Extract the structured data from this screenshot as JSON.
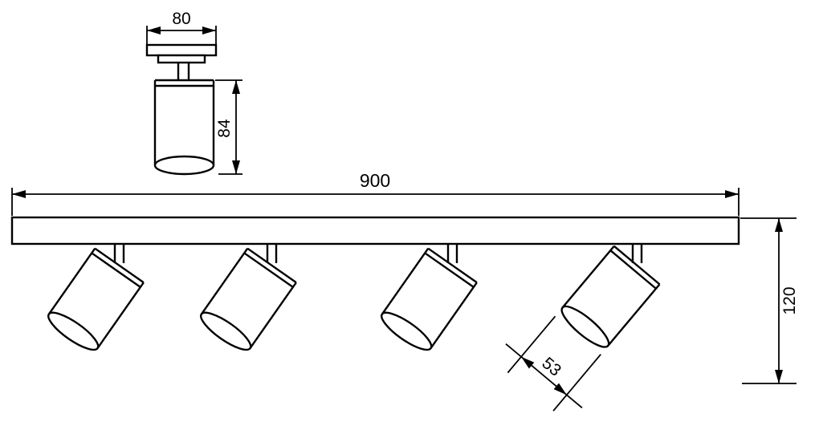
{
  "title": "Technical dimension drawing - ceiling bar light with 4 spots",
  "colors": {
    "line": "#000000",
    "background": "#ffffff"
  },
  "dimensions": {
    "plate_width": "80",
    "spot_height": "84",
    "bar_length": "900",
    "drop_height": "120",
    "spot_diameter": "53"
  }
}
